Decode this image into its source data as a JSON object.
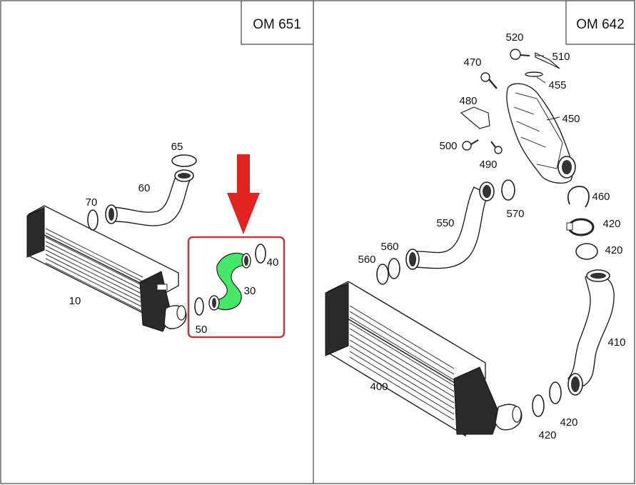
{
  "colors": {
    "highlight_hose": "#46e86a",
    "callout_box": "#b5403e",
    "arrow": "#e32222"
  },
  "panels": [
    {
      "engine_code": "OM 651",
      "labels": {
        "p65": "65",
        "p60": "60",
        "p70": "70",
        "p10": "10",
        "p40": "40",
        "p30": "30",
        "p50": "50"
      }
    },
    {
      "engine_code": "OM 642",
      "labels": {
        "p520": "520",
        "p510": "510",
        "p470": "470",
        "p455": "455",
        "p480": "480",
        "p450": "450",
        "p500": "500",
        "p490": "490",
        "p460": "460",
        "p550": "550",
        "p570": "570",
        "p420a": "420",
        "p420b": "420",
        "p560a": "560",
        "p560b": "560",
        "p410": "410",
        "p400": "400",
        "p420c": "420",
        "p420d": "420"
      }
    }
  ],
  "icons": {
    "arrow": "down-arrow-icon"
  }
}
